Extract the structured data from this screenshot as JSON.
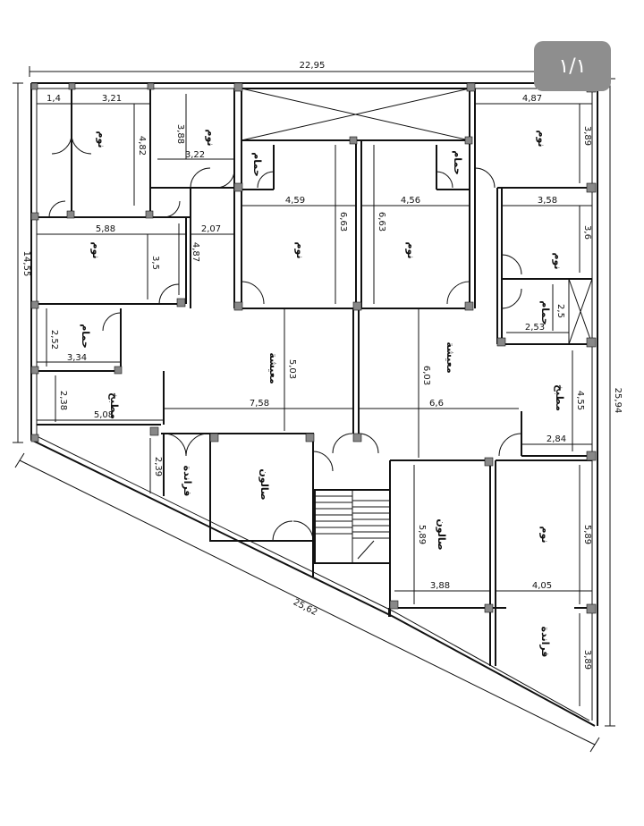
{
  "page_badge": "١/١",
  "dimensions": {
    "overall_width": "22,95",
    "overall_height_right": "25,94",
    "overall_height_left": "14,55",
    "diagonal": "25,62",
    "d_1_4": "1,4",
    "d_3_21": "3,21",
    "d_4_82": "4,82",
    "d_3_88a": "3,88",
    "d_3_22": "3,22",
    "d_4_87a": "4,87",
    "d_3_89a": "3,89",
    "d_4_59": "4,59",
    "d_6_63a": "6,63",
    "d_4_56": "4,56",
    "d_6_63b": "6,63",
    "d_3_58": "3,58",
    "d_3_6": "3,6",
    "d_5_88": "5,88",
    "d_3_5": "3,5",
    "d_2_07": "2,07",
    "d_4_87b": "4,87",
    "d_2_5": "2,5",
    "d_2_53": "2,53",
    "d_2_52": "2,52",
    "d_3_34": "3,34",
    "d_5_03": "5,03",
    "d_6_03": "6,03",
    "d_4_55": "4,55",
    "d_2_38": "2,38",
    "d_5_08": "5,08",
    "d_7_58": "7,58",
    "d_6_6": "6,6",
    "d_2_84": "2,84",
    "d_2_39": "2,39",
    "d_5_89a": "5,89",
    "d_5_89b": "5,89",
    "d_3_88b": "3,88",
    "d_4_05": "4,05",
    "d_3_89b": "3,89"
  },
  "rooms": {
    "bedroom": "نوم",
    "bath": "حمام",
    "kitchen": "مطبخ",
    "living": "معيشة",
    "salon": "صالون",
    "suitcase_storage": "فراندة"
  }
}
